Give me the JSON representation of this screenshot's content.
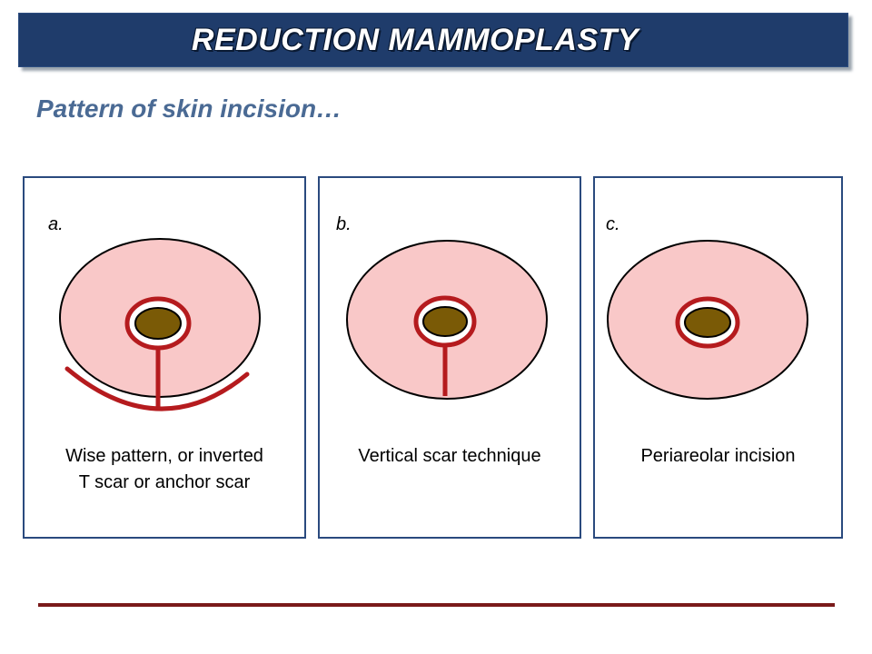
{
  "header": {
    "title": "REDUCTION MAMMOPLASTY"
  },
  "subtitle": "Pattern of skin incision…",
  "panels": [
    {
      "letter": "a.",
      "caption_line1": "Wise pattern, or inverted",
      "caption_line2": "T scar or anchor scar"
    },
    {
      "letter": "b.",
      "caption_line1": "Vertical scar technique",
      "caption_line2": ""
    },
    {
      "letter": "c.",
      "caption_line1": "Periareolar incision",
      "caption_line2": ""
    }
  ],
  "colors": {
    "breast_fill": "#f9c8c8",
    "areola_fill": "#7a5a06",
    "incision": "#b51b1e",
    "title_bar": "#1f3c6b"
  }
}
